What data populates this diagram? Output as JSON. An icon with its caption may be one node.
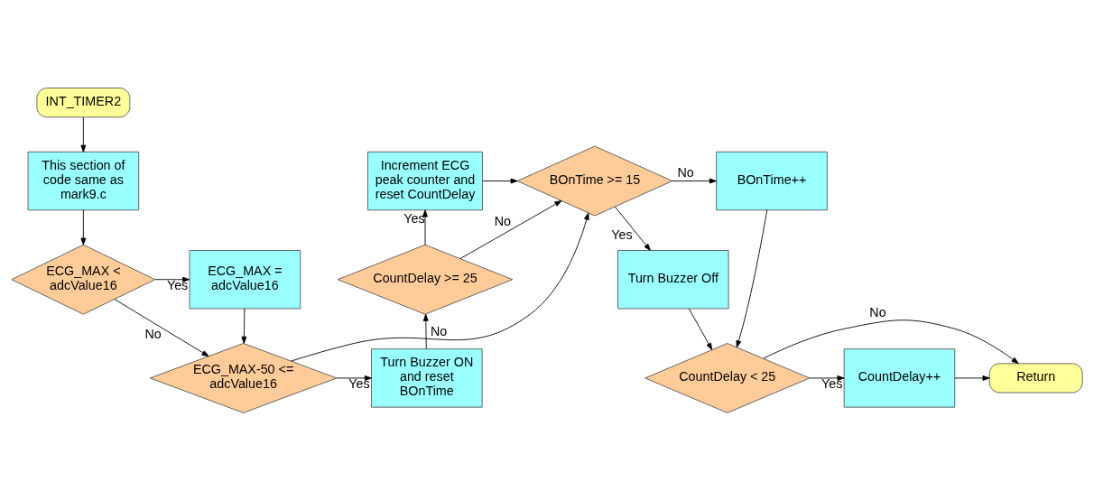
{
  "diagram": {
    "nodes": [
      {
        "text": [
          "INT_TIMER2"
        ]
      },
      {
        "text": [
          "This section of code same as mark9.c"
        ]
      },
      {
        "text": [
          "ECG_MAX < adcValue16"
        ]
      },
      {
        "text": [
          "ECG_MAX = adcValue16"
        ]
      },
      {
        "text": [
          "ECG_MAX-50 <= adcValue16"
        ]
      },
      {
        "text": [
          "Turn Buzzer ON and reset BOnTime"
        ]
      },
      {
        "text": [
          "CountDelay >= 25"
        ]
      },
      {
        "text": [
          "Increment ECG peak counter and reset CountDelay"
        ]
      },
      {
        "text": [
          "BOnTime >= 15"
        ]
      },
      {
        "text": [
          "BOnTime++"
        ]
      },
      {
        "text": [
          "Turn Buzzer Off"
        ]
      },
      {
        "text": [
          "CountDelay < 25"
        ]
      },
      {
        "text": [
          "CountDelay++"
        ]
      },
      {
        "text": [
          "Return"
        ]
      }
    ],
    "edges": [
      {
        "from": 0,
        "to": 1,
        "arrow": "to"
      },
      {
        "from": 1,
        "to": 2,
        "arrow": "to"
      },
      {
        "from": 2,
        "to": 3,
        "arrow": "to",
        "label": "Yes"
      },
      {
        "from": 2,
        "to": 4,
        "arrow": "to",
        "label": "No"
      },
      {
        "from": 3,
        "to": 4,
        "arrow": "to"
      },
      {
        "from": 4,
        "to": 5,
        "arrow": "to",
        "label": "Yes"
      },
      {
        "from": 4,
        "to": 8,
        "arrow": "to",
        "label": "No"
      },
      {
        "from": 5,
        "to": 6,
        "arrow": "to"
      },
      {
        "from": 6,
        "to": 7,
        "arrow": "to",
        "label": "Yes"
      },
      {
        "from": 6,
        "to": 8,
        "arrow": "to",
        "label": "No"
      },
      {
        "from": 7,
        "to": 8,
        "arrow": "to"
      },
      {
        "from": 8,
        "to": 9,
        "arrow": "to",
        "label": "No"
      },
      {
        "from": 8,
        "to": 10,
        "arrow": "to",
        "label": "Yes"
      },
      {
        "from": 9,
        "to": 11,
        "arrow": "to"
      },
      {
        "from": 10,
        "to": 11,
        "arrow": "to"
      },
      {
        "from": 11,
        "to": 12,
        "arrow": "to",
        "label": "Yes"
      },
      {
        "from": 11,
        "to": 13,
        "arrow": "to",
        "label": "No"
      },
      {
        "from": 12,
        "to": 13,
        "arrow": "to"
      }
    ]
  }
}
